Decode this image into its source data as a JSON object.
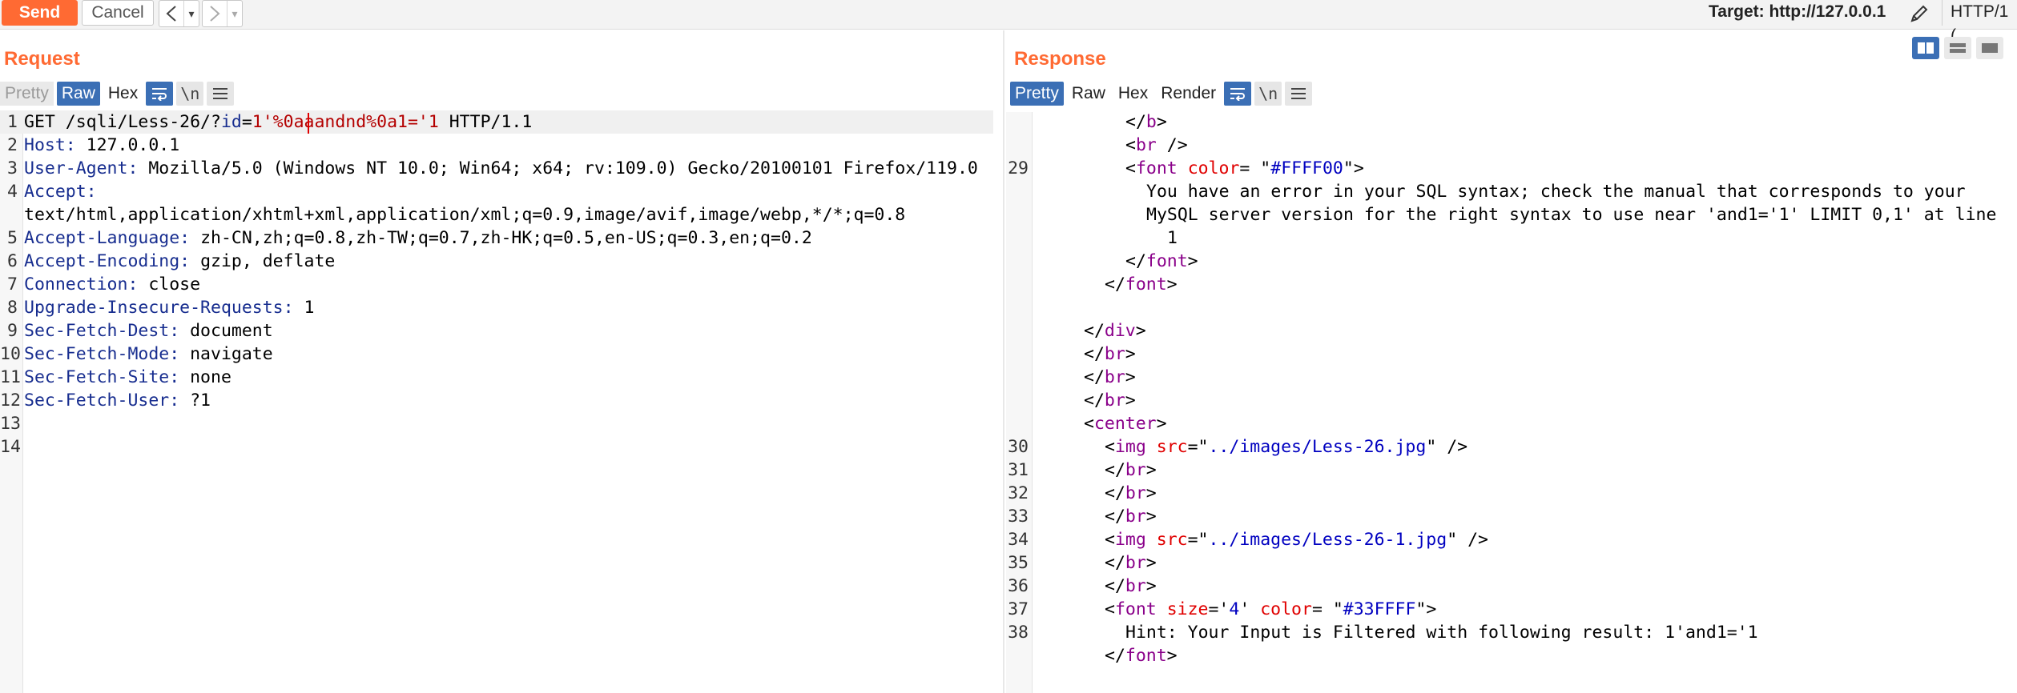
{
  "toolbar": {
    "send_label": "Send",
    "cancel_label": "Cancel",
    "target_label": "Target: http://127.0.0.1",
    "protocol_label": "HTTP/1 ("
  },
  "request": {
    "title": "Request",
    "tabs": [
      "Pretty",
      "Raw",
      "Hex"
    ],
    "active_tab": "Raw",
    "newline_btn": "\\n",
    "lines": [
      {
        "n": "1",
        "method": "GET /sqli/Less-26/?",
        "p_key": "id",
        "p_eq": "=",
        "p_val": "1'%0aaandnd%0a1='1",
        "rest": " HTTP/1.1"
      },
      {
        "n": "2",
        "key": "Host",
        "value": " 127.0.0.1"
      },
      {
        "n": "3",
        "key": "User-Agent",
        "value": " Mozilla/5.0 (Windows NT 10.0; Win64; x64; rv:109.0) Gecko/20100101 Firefox/119.0"
      },
      {
        "n": "4",
        "key": "Accept",
        "value": ""
      },
      {
        "n": "",
        "text": "text/html,application/xhtml+xml,application/xml;q=0.9,image/avif,image/webp,*/*;q=0.8"
      },
      {
        "n": "5",
        "key": "Accept-Language",
        "value": " zh-CN,zh;q=0.8,zh-TW;q=0.7,zh-HK;q=0.5,en-US;q=0.3,en;q=0.2"
      },
      {
        "n": "6",
        "key": "Accept-Encoding",
        "value": " gzip, deflate"
      },
      {
        "n": "7",
        "key": "Connection",
        "value": " close"
      },
      {
        "n": "8",
        "key": "Upgrade-Insecure-Requests",
        "value": " 1"
      },
      {
        "n": "9",
        "key": "Sec-Fetch-Dest",
        "value": " document"
      },
      {
        "n": "10",
        "key": "Sec-Fetch-Mode",
        "value": " navigate"
      },
      {
        "n": "11",
        "key": "Sec-Fetch-Site",
        "value": " none"
      },
      {
        "n": "12",
        "key": "Sec-Fetch-User",
        "value": " ?1"
      },
      {
        "n": "13",
        "text": ""
      },
      {
        "n": "14",
        "text": ""
      }
    ]
  },
  "response": {
    "title": "Response",
    "tabs": [
      "Pretty",
      "Raw",
      "Hex",
      "Render"
    ],
    "active_tab": "Pretty",
    "newline_btn": "\\n",
    "lines": [
      {
        "n": "",
        "indent": 4,
        "parts": [
          [
            "p",
            "</"
          ],
          [
            "t",
            "b"
          ],
          [
            "p",
            ">"
          ]
        ]
      },
      {
        "n": "",
        "indent": 4,
        "parts": [
          [
            "p",
            "<"
          ],
          [
            "t",
            "br"
          ],
          [
            "p",
            " />"
          ]
        ]
      },
      {
        "n": "29",
        "indent": 4,
        "parts": [
          [
            "p",
            "<"
          ],
          [
            "t",
            "font"
          ],
          [
            "p",
            " "
          ],
          [
            "a",
            "color"
          ],
          [
            "p",
            "= \""
          ],
          [
            "v",
            "#FFFF00"
          ],
          [
            "p",
            "\">"
          ]
        ]
      },
      {
        "n": "",
        "indent": 5,
        "parts": [
          [
            "p",
            "You have an error in your SQL syntax; check the manual that corresponds to your"
          ]
        ]
      },
      {
        "n": "",
        "indent": 5,
        "parts": [
          [
            "p",
            "MySQL server version for the right syntax to use near 'and1='1' LIMIT 0,1' at line"
          ]
        ]
      },
      {
        "n": "",
        "indent": 6,
        "parts": [
          [
            "p",
            "1"
          ]
        ]
      },
      {
        "n": "",
        "indent": 4,
        "parts": [
          [
            "p",
            "</"
          ],
          [
            "t",
            "font"
          ],
          [
            "p",
            ">"
          ]
        ]
      },
      {
        "n": "",
        "indent": 3,
        "parts": [
          [
            "p",
            "</"
          ],
          [
            "t",
            "font"
          ],
          [
            "p",
            ">"
          ]
        ]
      },
      {
        "n": "",
        "indent": 0,
        "parts": []
      },
      {
        "n": "",
        "indent": 2,
        "parts": [
          [
            "p",
            "</"
          ],
          [
            "t",
            "div"
          ],
          [
            "p",
            ">"
          ]
        ]
      },
      {
        "n": "",
        "indent": 2,
        "parts": [
          [
            "p",
            "</"
          ],
          [
            "t",
            "br"
          ],
          [
            "p",
            ">"
          ]
        ]
      },
      {
        "n": "",
        "indent": 2,
        "parts": [
          [
            "p",
            "</"
          ],
          [
            "t",
            "br"
          ],
          [
            "p",
            ">"
          ]
        ]
      },
      {
        "n": "",
        "indent": 2,
        "parts": [
          [
            "p",
            "</"
          ],
          [
            "t",
            "br"
          ],
          [
            "p",
            ">"
          ]
        ]
      },
      {
        "n": "",
        "indent": 2,
        "parts": [
          [
            "p",
            "<"
          ],
          [
            "t",
            "center"
          ],
          [
            "p",
            ">"
          ]
        ]
      },
      {
        "n": "30",
        "indent": 3,
        "parts": [
          [
            "p",
            "<"
          ],
          [
            "t",
            "img"
          ],
          [
            "p",
            " "
          ],
          [
            "a",
            "src"
          ],
          [
            "p",
            "=\""
          ],
          [
            "v",
            "../images/Less-26.jpg"
          ],
          [
            "p",
            "\" />"
          ]
        ]
      },
      {
        "n": "31",
        "indent": 3,
        "parts": [
          [
            "p",
            "</"
          ],
          [
            "t",
            "br"
          ],
          [
            "p",
            ">"
          ]
        ]
      },
      {
        "n": "32",
        "indent": 3,
        "parts": [
          [
            "p",
            "</"
          ],
          [
            "t",
            "br"
          ],
          [
            "p",
            ">"
          ]
        ]
      },
      {
        "n": "33",
        "indent": 3,
        "parts": [
          [
            "p",
            "</"
          ],
          [
            "t",
            "br"
          ],
          [
            "p",
            ">"
          ]
        ]
      },
      {
        "n": "34",
        "indent": 3,
        "parts": [
          [
            "p",
            "<"
          ],
          [
            "t",
            "img"
          ],
          [
            "p",
            " "
          ],
          [
            "a",
            "src"
          ],
          [
            "p",
            "=\""
          ],
          [
            "v",
            "../images/Less-26-1.jpg"
          ],
          [
            "p",
            "\" />"
          ]
        ]
      },
      {
        "n": "35",
        "indent": 3,
        "parts": [
          [
            "p",
            "</"
          ],
          [
            "t",
            "br"
          ],
          [
            "p",
            ">"
          ]
        ]
      },
      {
        "n": "36",
        "indent": 3,
        "parts": [
          [
            "p",
            "</"
          ],
          [
            "t",
            "br"
          ],
          [
            "p",
            ">"
          ]
        ]
      },
      {
        "n": "37",
        "indent": 3,
        "parts": [
          [
            "p",
            "<"
          ],
          [
            "t",
            "font"
          ],
          [
            "p",
            " "
          ],
          [
            "a",
            "size"
          ],
          [
            "p",
            "='"
          ],
          [
            "v",
            "4"
          ],
          [
            "p",
            "' "
          ],
          [
            "a",
            "color"
          ],
          [
            "p",
            "= \""
          ],
          [
            "v",
            "#33FFFF"
          ],
          [
            "p",
            "\">"
          ]
        ]
      },
      {
        "n": "38",
        "indent": 4,
        "parts": [
          [
            "p",
            "Hint: Your Input is Filtered with following result: 1'and1='1"
          ]
        ]
      },
      {
        "n": "",
        "indent": 3,
        "parts": [
          [
            "p",
            "</"
          ],
          [
            "t",
            "font"
          ],
          [
            "p",
            ">"
          ]
        ]
      }
    ]
  },
  "colors": {
    "accent": "#ff6a33",
    "active_tab": "#3b6fb5",
    "header_key": "#172d8f",
    "param_value": "#b40000",
    "html_tag": "#8a008a",
    "html_attr": "#e00000",
    "html_value": "#0000c0"
  }
}
